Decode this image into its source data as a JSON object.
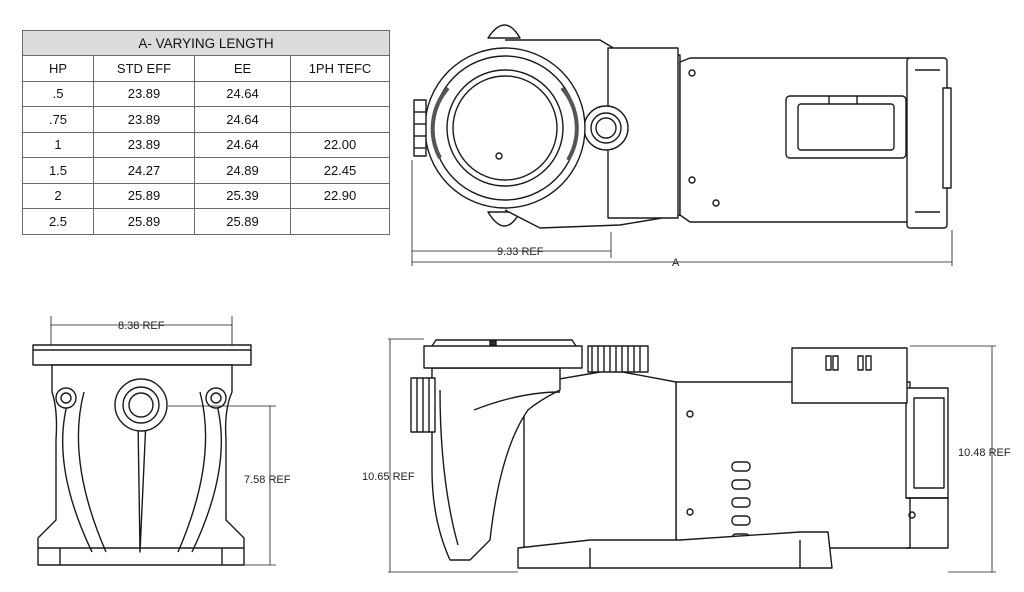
{
  "table": {
    "title": "A- VARYING LENGTH",
    "headers": [
      "HP",
      "STD EFF",
      "EE",
      "1PH TEFC"
    ],
    "rows": [
      [
        ".5",
        "23.89",
        "24.64",
        ""
      ],
      [
        ".75",
        "23.89",
        "24.64",
        ""
      ],
      [
        "1",
        "23.89",
        "24.64",
        "22.00"
      ],
      [
        "1.5",
        "24.27",
        "24.89",
        "22.45"
      ],
      [
        "2",
        "25.89",
        "25.39",
        "22.90"
      ],
      [
        "2.5",
        "25.89",
        "25.89",
        ""
      ]
    ]
  },
  "dimensions": {
    "top_view_ref": "9.33 REF",
    "top_view_length": "A",
    "front_width": "8.38 REF",
    "front_height": "7.58 REF",
    "side_total_height": "10.65 REF",
    "side_motor_height": "10.48 REF"
  }
}
